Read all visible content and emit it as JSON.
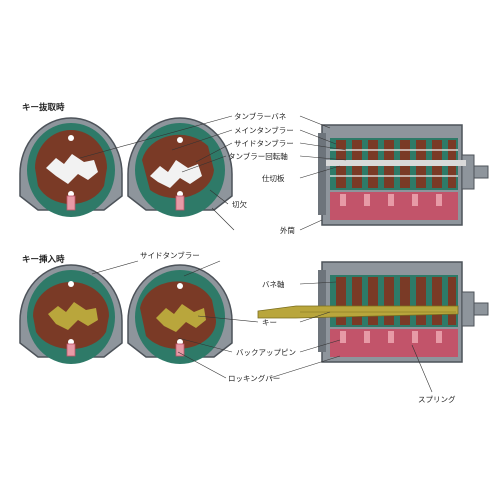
{
  "sections": {
    "removed_title": "キー抜取時",
    "inserted_title": "キー挿入時"
  },
  "labels": {
    "tumbler_spring": "タンブラーバネ",
    "main_tumbler": "メインタンブラー",
    "side_tumbler": "サイドタンブラー",
    "tumbler_pivot": "タンブラー回転軸",
    "partition_plate": "仕切板",
    "notch": "切欠",
    "outer_cylinder": "外筒",
    "side_tumbler_2": "サイドタンブラー",
    "spring_shaft": "バネ軸",
    "key": "キー",
    "backup_pin": "バックアップピン",
    "locking_bar": "ロッキングバー",
    "spring": "スプリング"
  },
  "colors": {
    "housing": "#8e959c",
    "housing_dark": "#4d535a",
    "green": "#2e7a68",
    "brown": "#7a3a26",
    "key_gold": "#b9a63c",
    "red": "#c2546a",
    "pink": "#e79aa6"
  }
}
